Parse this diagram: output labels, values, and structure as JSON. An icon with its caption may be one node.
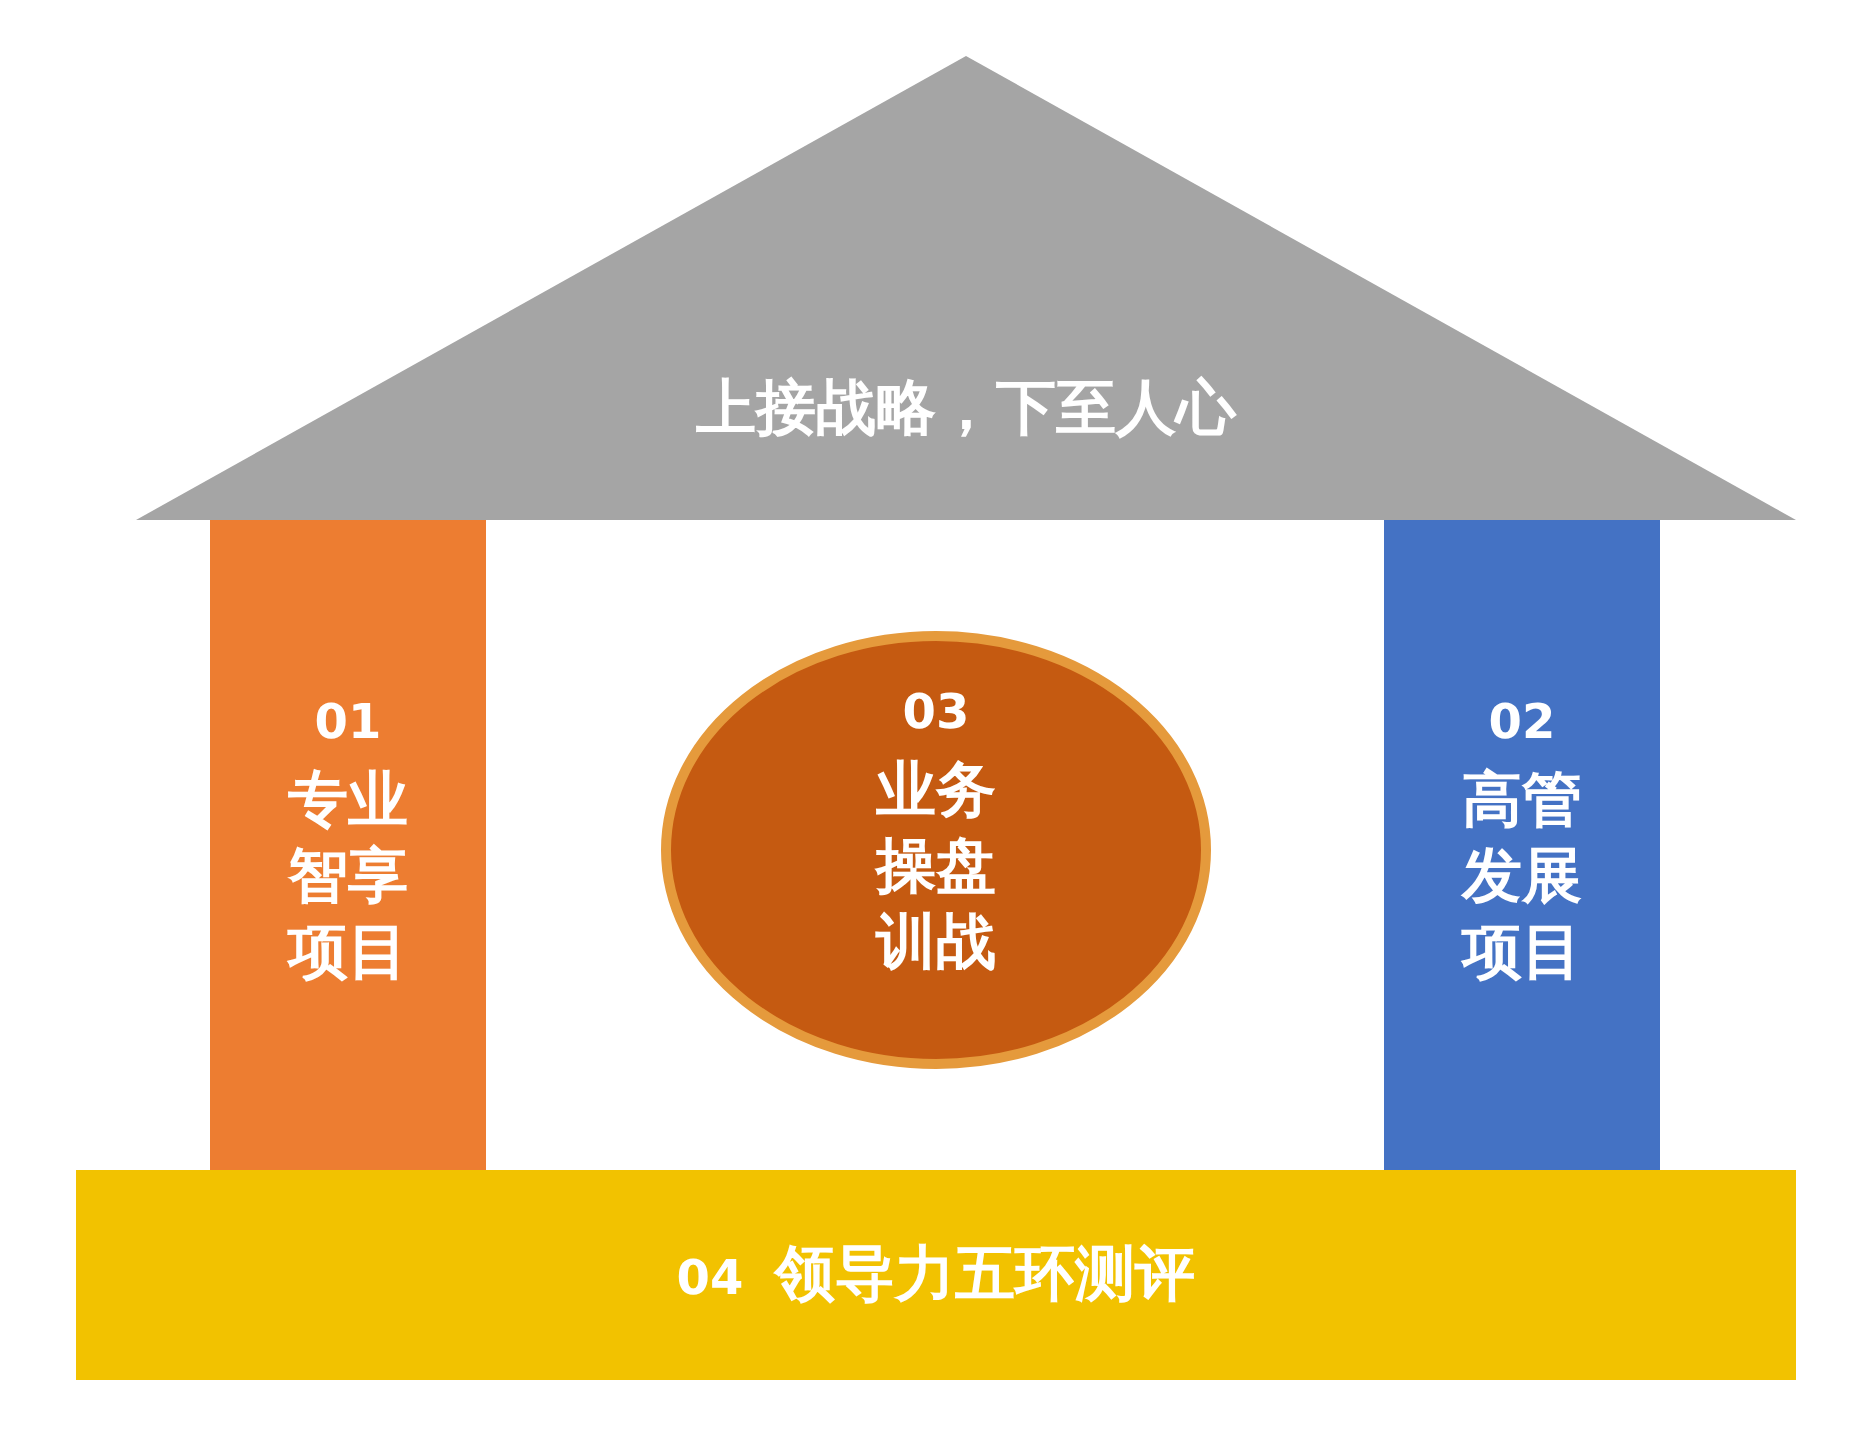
{
  "diagram": {
    "nodes": [
      {
        "text": [
          "上接战略，下至人心"
        ]
      },
      {
        "text": [
          "01",
          "专业智享项目"
        ]
      },
      {
        "text": [
          "03",
          "业务操盘训战"
        ]
      },
      {
        "text": [
          "02",
          "高管发展项目"
        ]
      },
      {
        "text": [
          "04",
          "领导力五环测评"
        ]
      }
    ]
  }
}
